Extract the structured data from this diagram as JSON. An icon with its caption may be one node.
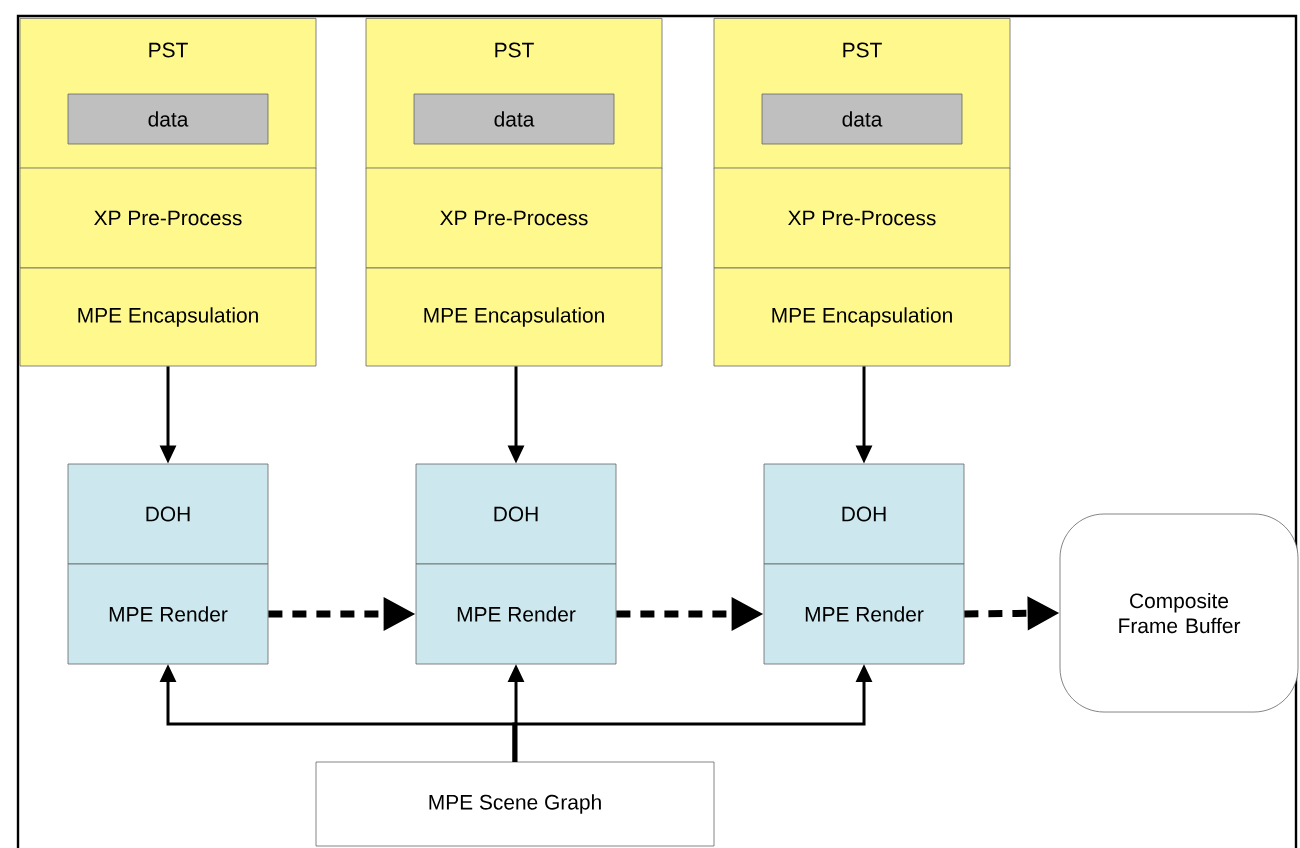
{
  "diagram": {
    "nodes": [
      {
        "text": [
          "PST"
        ]
      },
      {
        "text": [
          "data"
        ],
        "in": 0
      },
      {
        "text": [
          "XP Pre-Process"
        ]
      },
      {
        "text": [
          "MPE Encapsulation"
        ]
      },
      {
        "text": [
          "PST"
        ]
      },
      {
        "text": [
          "data"
        ],
        "in": 4
      },
      {
        "text": [
          "XP Pre-Process"
        ]
      },
      {
        "text": [
          "MPE Encapsulation"
        ]
      },
      {
        "text": [
          "PST"
        ]
      },
      {
        "text": [
          "data"
        ],
        "in": 8
      },
      {
        "text": [
          "XP Pre-Process"
        ]
      },
      {
        "text": [
          "MPE Encapsulation"
        ]
      },
      {
        "text": [
          "DOH"
        ]
      },
      {
        "text": [
          "MPE Render"
        ]
      },
      {
        "text": [
          "DOH"
        ]
      },
      {
        "text": [
          "MPE Render"
        ]
      },
      {
        "text": [
          "DOH"
        ]
      },
      {
        "text": [
          "MPE Render"
        ]
      },
      {
        "text": [
          "Composite Frame Buffer"
        ]
      },
      {
        "text": [
          "MPE Scene Graph"
        ]
      }
    ],
    "edges": [
      {
        "from": 3,
        "to": 12,
        "arrow": "to"
      },
      {
        "from": 7,
        "to": 14,
        "arrow": "to"
      },
      {
        "from": 11,
        "to": 16,
        "arrow": "to"
      },
      {
        "from": 13,
        "to": 15,
        "arrow": "to",
        "style": "dashed"
      },
      {
        "from": 15,
        "to": 17,
        "arrow": "to",
        "style": "dashed"
      },
      {
        "from": 17,
        "to": 18,
        "arrow": "to",
        "style": "dashed"
      },
      {
        "from": 19,
        "to": 13,
        "arrow": "to"
      },
      {
        "from": 19,
        "to": 15,
        "arrow": "to"
      },
      {
        "from": 19,
        "to": 17,
        "arrow": "to"
      }
    ]
  }
}
